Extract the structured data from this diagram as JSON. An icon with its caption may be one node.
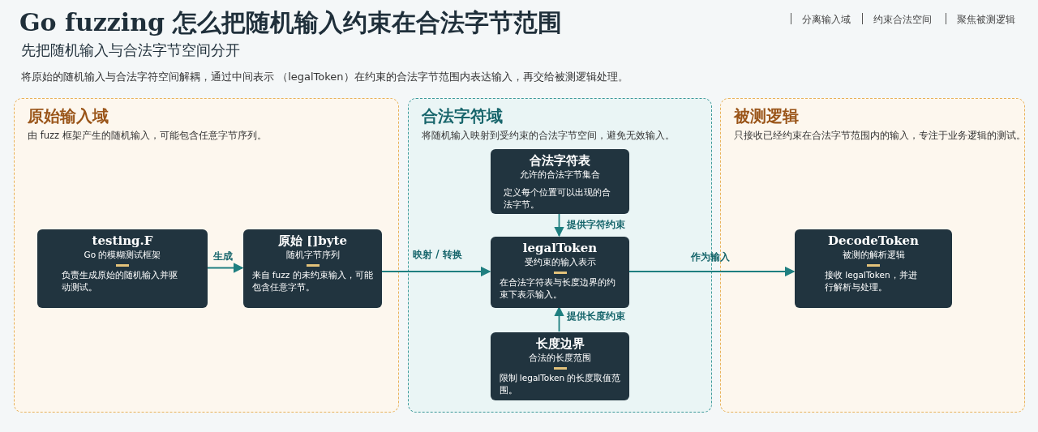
{
  "diagram": {
    "title": "Go fuzzing 怎么把随机输入约束在合法字节范围",
    "nodes": [
      {
        "text": [
          "原始输入域",
          "由 fuzz 框架产生的随机输入，可能包含任意字节序列。"
        ]
      },
      {
        "text": [
          "testing.F",
          "Go 的模糊测试框架",
          "负责生成原始的随机输入并驱动测试。"
        ],
        "in": 0
      },
      {
        "text": [
          "原始 []byte",
          "随机字节序列",
          "来自 fuzz 的未约束输入，可能包含任意字节。"
        ],
        "in": 0
      },
      {
        "text": [
          "合法字符域",
          "将随机输入映射到受约束的合法字节空间，避免无效输入。"
        ]
      },
      {
        "text": [
          "合法字符表",
          "允许的合法字节集合",
          "定义每个位置可以出现的合法字节。"
        ],
        "in": 3
      },
      {
        "text": [
          "legalToken",
          "受约束的输入表示",
          "在合法字符表与长度边界的约束下表示输入。"
        ],
        "in": 3
      },
      {
        "text": [
          "长度边界",
          "合法的长度范围",
          "限制 legalToken 的长度取值范围。"
        ],
        "in": 3
      },
      {
        "text": [
          "被测逻辑",
          "只接收已经约束在合法字节范围内的输入，专注于业务逻辑的测试。"
        ]
      },
      {
        "text": [
          "DecodeToken",
          "被测的解析逻辑",
          "接收 legalToken，并进行解析与处理。"
        ],
        "in": 7
      }
    ],
    "edges": [
      {
        "from": 1,
        "to": 2,
        "arrow": "to",
        "label": "生成"
      },
      {
        "from": 2,
        "to": 5,
        "arrow": "to",
        "label": "映射 / 转换"
      },
      {
        "from": 4,
        "to": 5,
        "arrow": "to",
        "label": "提供字符约束"
      },
      {
        "from": 6,
        "to": 5,
        "arrow": "to",
        "label": "提供长度约束"
      },
      {
        "from": 5,
        "to": 8,
        "arrow": "to",
        "label": "作为输入"
      }
    ],
    "labels": [
      "分离输入域",
      "约束合法空间",
      "聚焦被测逻辑",
      "先把随机输入与合法字节空间分开",
      "将原始的随机输入与合法字符空间解耦，通过中间表示 （legalToken）在约束的合法字节范围内表达输入，再交给被测逻辑处理。"
    ]
  }
}
